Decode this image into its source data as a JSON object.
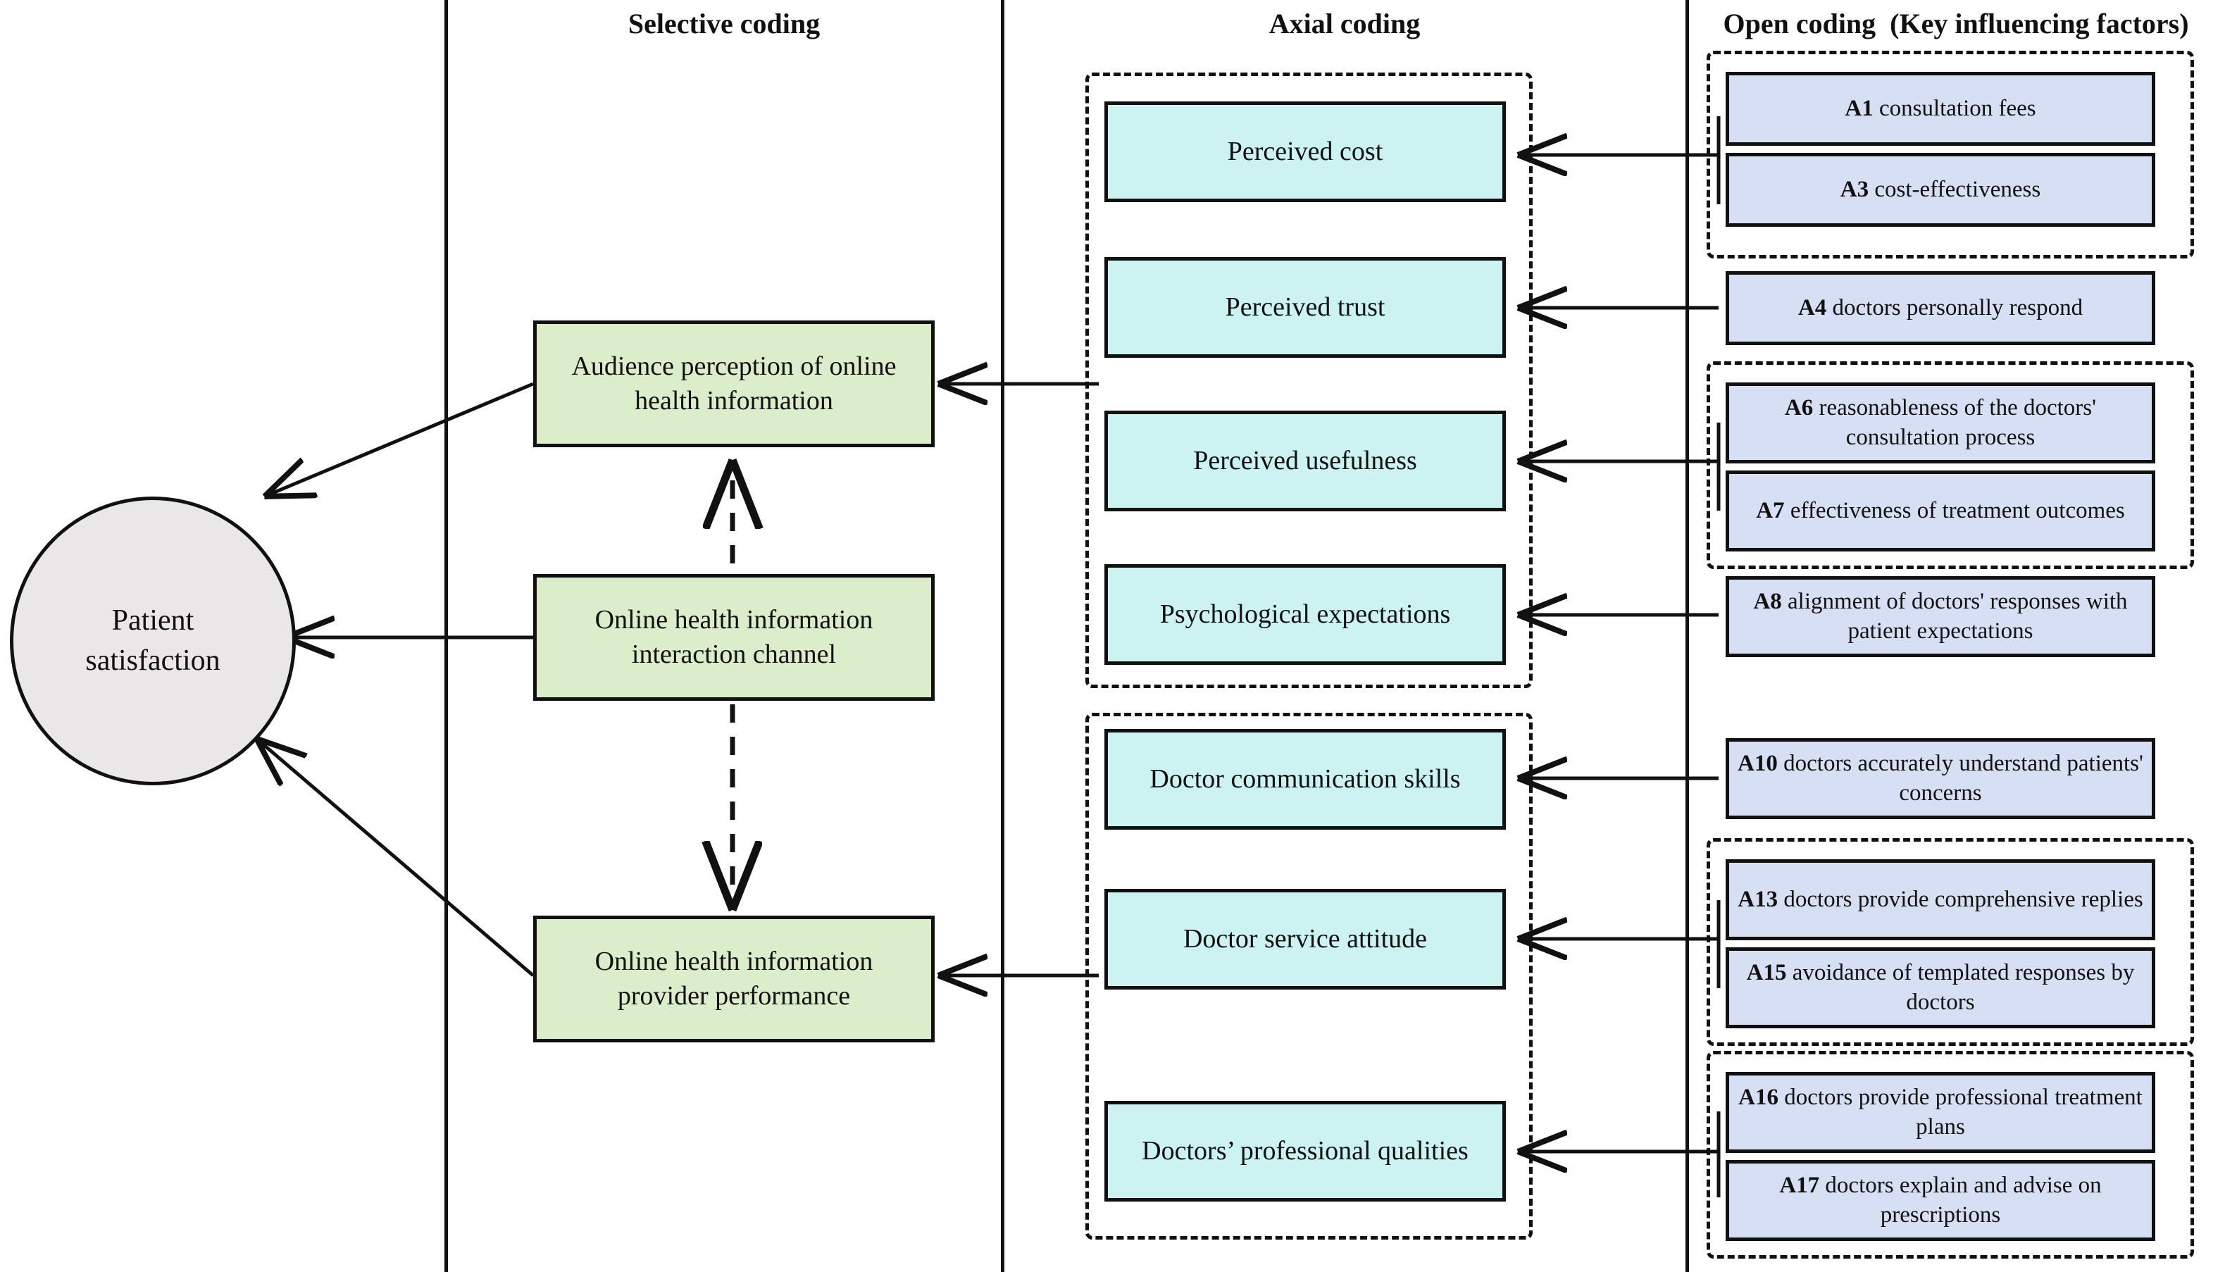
{
  "headers": {
    "selective": "Selective coding",
    "axial": "Axial coding",
    "open": "Open coding (Key influencing factors)"
  },
  "colors": {
    "core_fill": "#E9E7E7",
    "selective_fill": "#DCEDCB",
    "axial_fill": "#CCF2F2",
    "open_fill": "#D6DFF4",
    "stroke": "#111111"
  },
  "core": {
    "label": "Patient satisfaction",
    "line1": "Patient",
    "line2": "satisfaction"
  },
  "selective": [
    {
      "id": "S1",
      "line1": "Audience perception of online",
      "line2": "health information"
    },
    {
      "id": "S2",
      "line1": "Online health information",
      "line2": "interaction channel"
    },
    {
      "id": "S3",
      "line1": "Online health information",
      "line2": "provider performance"
    }
  ],
  "axial_groups": [
    {
      "id": "AG1",
      "items": [
        {
          "id": "C1",
          "label": "Perceived cost"
        },
        {
          "id": "C2",
          "label": "Perceived trust"
        },
        {
          "id": "C3",
          "label": "Perceived usefulness"
        },
        {
          "id": "C4",
          "label": "Psychological expectations"
        }
      ]
    },
    {
      "id": "AG2",
      "items": [
        {
          "id": "C5",
          "label": "Doctor communication skills"
        },
        {
          "id": "C6",
          "label": "Doctor service attitude"
        },
        {
          "id": "C7",
          "label": "Doctors’ professional qualities"
        }
      ]
    }
  ],
  "open_items": [
    {
      "code": "A1",
      "text": "consultation fees",
      "grouped": true
    },
    {
      "code": "A3",
      "text": "cost-effectiveness",
      "grouped": true
    },
    {
      "code": "A4",
      "text": "doctors personally respond",
      "grouped": false
    },
    {
      "code": "A6",
      "text": "reasonableness of the doctors' consultation process",
      "grouped": true
    },
    {
      "code": "A7",
      "text": "effectiveness of treatment outcomes",
      "grouped": true
    },
    {
      "code": "A8",
      "text": "alignment of doctors' responses with patient expectations",
      "grouped": false
    },
    {
      "code": "A10",
      "text": "doctors accurately understand patients' concerns",
      "grouped": false
    },
    {
      "code": "A13",
      "text": "doctors provide comprehensive replies",
      "grouped": true
    },
    {
      "code": "A15",
      "text": "avoidance of templated responses by doctors",
      "grouped": true
    },
    {
      "code": "A16",
      "text": "doctors provide professional treatment plans",
      "grouped": true
    },
    {
      "code": "A17",
      "text": "doctors explain and advise on prescriptions",
      "grouped": true
    }
  ]
}
